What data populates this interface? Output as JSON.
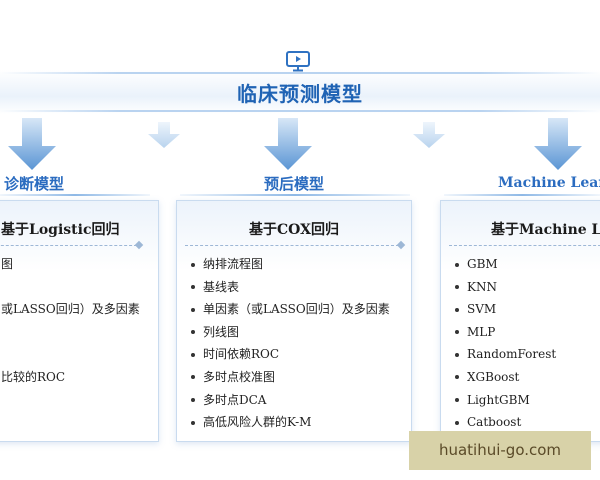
{
  "header": {
    "title": "临床预测模型",
    "icon": "presentation-screen-icon"
  },
  "sections": [
    {
      "title": "诊断模型",
      "heading": "基于Logistic回归",
      "items": [
        "图",
        "",
        "或LASSO回归）及多因素",
        "",
        "",
        "比较的ROC"
      ]
    },
    {
      "title": "预后模型",
      "heading": "基于COX回归",
      "items": [
        "纳排流程图",
        "基线表",
        "单因素（或LASSO回归）及多因素",
        "列线图",
        "时间依赖ROC",
        "多时点校准图",
        "多时点DCA",
        "高低风险人群的K-M"
      ]
    },
    {
      "title": "Machine Learn",
      "heading": "基于Machine Lear",
      "items": [
        "GBM",
        "KNN",
        "SVM",
        "MLP",
        "RandomForest",
        "XGBoost",
        "LightGBM",
        "Catboost"
      ]
    }
  ],
  "watermark": "huatihui-go.com",
  "colors": {
    "title_blue": "#1f63b4",
    "section_blue": "#2b6cc0",
    "arrow_blue": "#6aa0d8"
  }
}
